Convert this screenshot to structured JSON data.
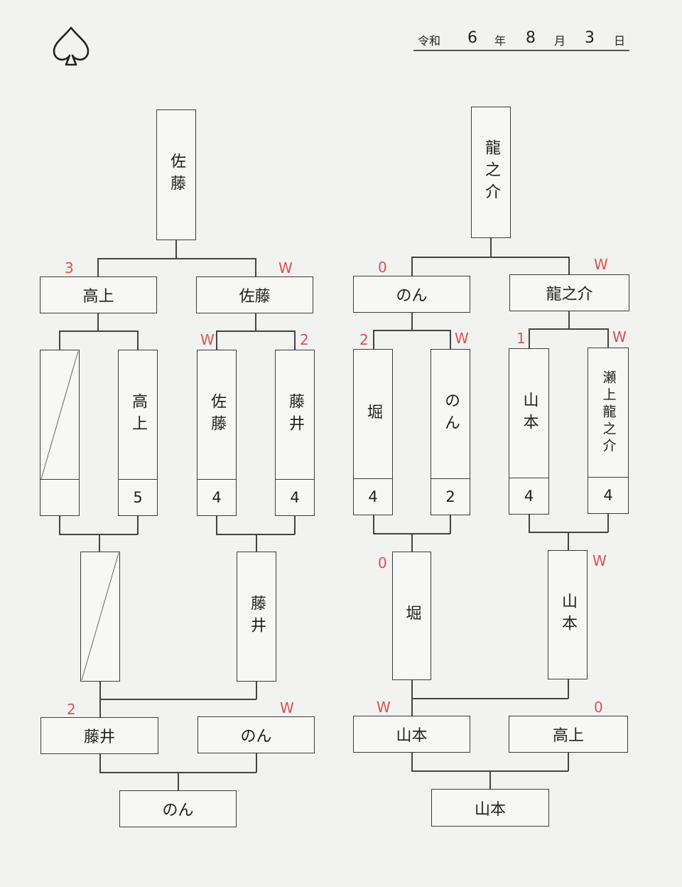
{
  "header": {
    "era": "令和",
    "year": "6",
    "year_unit": "年",
    "month": "8",
    "month_unit": "月",
    "day": "3",
    "day_unit": "日",
    "logo_icon": "spade-icon"
  },
  "left": {
    "champion": "佐藤",
    "semis": [
      {
        "name": "高上",
        "mark": "3"
      },
      {
        "name": "佐藤",
        "mark": "W"
      }
    ],
    "r1": [
      {
        "name": "",
        "score": "",
        "mark": ""
      },
      {
        "name": "高上",
        "score": "5",
        "mark": ""
      },
      {
        "name": "佐藤",
        "score": "4",
        "mark": "W"
      },
      {
        "name": "藤井",
        "score": "4",
        "mark": "2"
      }
    ],
    "feeders": [
      {
        "name": "",
        "mark": ""
      },
      {
        "name": "藤井",
        "mark": ""
      }
    ],
    "lower": [
      {
        "name": "藤井",
        "mark": "2"
      },
      {
        "name": "のん",
        "mark": "W"
      }
    ],
    "final": "のん"
  },
  "right": {
    "champion": "龍之介",
    "semis": [
      {
        "name": "のん",
        "mark": "0"
      },
      {
        "name": "龍之介",
        "mark": "W"
      }
    ],
    "r1": [
      {
        "name": "堀",
        "score": "4",
        "mark": "2"
      },
      {
        "name": "のん",
        "score": "2",
        "mark": "W"
      },
      {
        "name": "山本",
        "score": "4",
        "mark": "1"
      },
      {
        "name": "瀬上龍之介",
        "score": "4",
        "mark": "W"
      }
    ],
    "feeders": [
      {
        "name": "堀",
        "mark": "0"
      },
      {
        "name": "山本",
        "mark": "W"
      }
    ],
    "lower": [
      {
        "name": "山本",
        "mark": "W"
      },
      {
        "name": "高上",
        "mark": "0"
      }
    ],
    "final": "山本"
  },
  "colors": {
    "mark": "#d9534f",
    "line": "#444444",
    "paper": "#f2f2f1"
  }
}
